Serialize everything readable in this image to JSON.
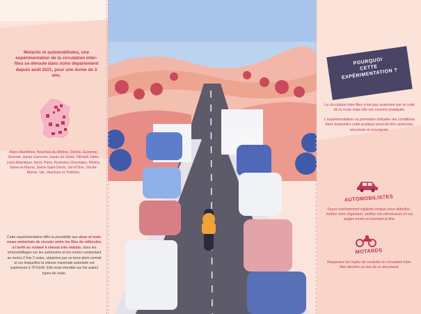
{
  "left": {
    "intro": "Motards et automobilistes, une expérimentation de la circulation inter-files se déroule dans votre département depuis août 2021, pour une durée de 3 ans.",
    "departments": "Alpes-Maritimes, Bouches-du-Rhône, Drôme, Essonne, Gironde, Haute-Garonne, Hauts-de-Seine, Hérault, Isère, Loire-Atlantique, Nord, Paris, Pyrénées-Orientales, Rhône, Seine-et-Marne, Seine-Saint-Denis, Val-d'Oise, Val-de-Marne, Var, Vaucluse et Yvelines.",
    "explain_1": "Cette expérimentation offre la possibilité aux ",
    "explain_bold": "deux et trois-roues motorisés de circuler entre les files de véhicules, à l'arrêt ou roulant à vitesse très réduite,",
    "explain_2": " dans les embouteillages sur les autoroutes et les routes comportant au moins 2 fois 2 voies, séparées par un terre-plein central et sur lesquelles la vitesse maximale autorisée est supérieure à 70 Km/h. Elle reste interdite sur les autres types de route."
  },
  "right": {
    "banner": [
      "POURQUOI",
      "CETTE",
      "EXPÉRIMENTATION ?"
    ],
    "why_1": "La circulation inter-files n'est pas autorisée par le code de la route mais elle est souvent pratiquée.",
    "why_2": "L'expérimentation va permettre d'étudier les conditions dans lesquelles cette pratique pourrait être autorisée, sécurisée et enseignée.",
    "auto_title": "AUTOMOBILISTES",
    "auto_text": "Soyez extrêmement vigilants lorsque vous déboîtez : mettez votre clignotant, vérifiez vos rétroviseurs et vos angles morts en tournant la tête.",
    "moto_title": "MOTARDS",
    "moto_text": "Respectez les règles de conduite en circulation inter-files décrites au dos de ce document."
  },
  "icons": {
    "map": "france-map-icon",
    "car": "car-icon",
    "moto": "motorcycle-icon"
  },
  "colors": {
    "accent": "#c0355a",
    "banner": "#4a4466",
    "panel": "#fbe3da"
  }
}
